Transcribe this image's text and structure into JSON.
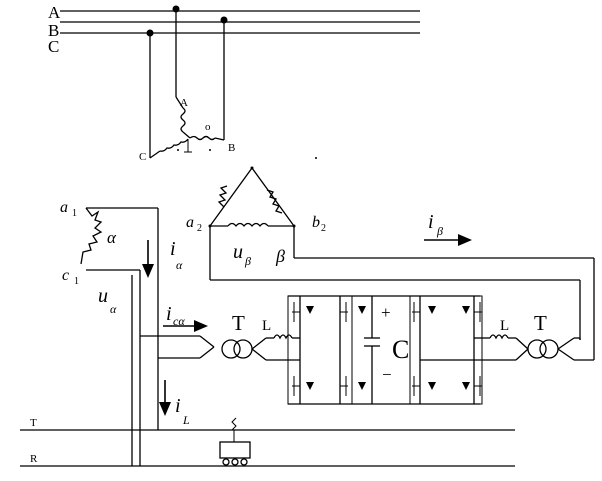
{
  "phase_labels": {
    "a": "A",
    "b": "B",
    "c": "C"
  },
  "transformer_top": {
    "terminal_a": "A",
    "terminal_b": "B",
    "terminal_c": "C",
    "neutral": "o"
  },
  "alpha_winding": {
    "top_terminal": "a",
    "top_sub": "1",
    "bottom_terminal": "c",
    "bottom_sub": "1",
    "phase": "α"
  },
  "beta_winding": {
    "left_terminal": "a",
    "left_sub": "2",
    "right_terminal": "b",
    "right_sub": "2",
    "voltage": "u",
    "voltage_sub": "β",
    "phase": "β"
  },
  "currents": {
    "i_alpha": {
      "symbol": "i",
      "sub": "α"
    },
    "i_beta": {
      "symbol": "i",
      "sub": "β"
    },
    "i_c_alpha": {
      "symbol": "i",
      "sub": "cα"
    },
    "i_L": {
      "symbol": "i",
      "sub": "L"
    }
  },
  "voltages": {
    "u_alpha": {
      "symbol": "u",
      "sub": "α"
    }
  },
  "converter": {
    "transformer_left": "T",
    "inductor_left": "L",
    "capacitor": "C",
    "plus": "+",
    "minus": "−",
    "inductor_right": "L",
    "transformer_right": "T"
  },
  "rails": {
    "top": "T",
    "bottom": "R"
  }
}
